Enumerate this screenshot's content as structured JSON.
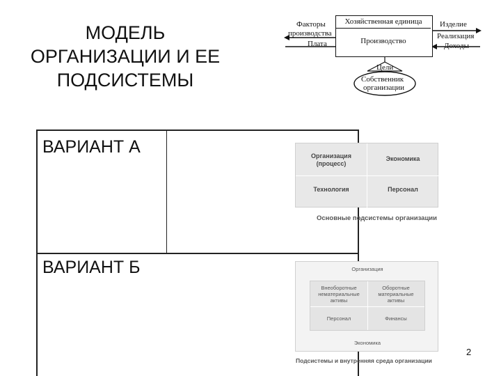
{
  "title": {
    "line1": "МОДЕЛЬ",
    "line2": "ОРГАНИЗАЦИИ И ЕЕ",
    "line3": "ПОДСИСТЕМЫ"
  },
  "flow": {
    "unit_title": "Хозяйственная единица",
    "production": "Производство",
    "left_factors": "Факторы",
    "left_production": "производства",
    "left_pay": "Плата",
    "right_product": "Изделие",
    "right_sale": "Реализация",
    "right_income": "Доходы",
    "goal": "Цели",
    "owner_line1": "Собственник",
    "owner_line2": "организации"
  },
  "variants": {
    "a": "ВАРИАНТ А",
    "b": "ВАРИАНТ Б"
  },
  "panel_a": {
    "org_line1": "Организация",
    "org_line2": "(процесс)",
    "economy": "Экономика",
    "technology": "Технология",
    "personnel": "Персонал",
    "caption": "Основные подсистемы организации"
  },
  "panel_b": {
    "top": "Организация",
    "noncurrent_line1": "Внеоборотные",
    "noncurrent_line2": "нематериальные",
    "noncurrent_line3": "активы",
    "current_line1": "Оборотные",
    "current_line2": "материальные",
    "current_line3": "активы",
    "personnel": "Персонал",
    "finance": "Финансы",
    "economy": "Экономика",
    "caption": "Подсистемы и внутренняя среда организации"
  },
  "page_number": "2"
}
